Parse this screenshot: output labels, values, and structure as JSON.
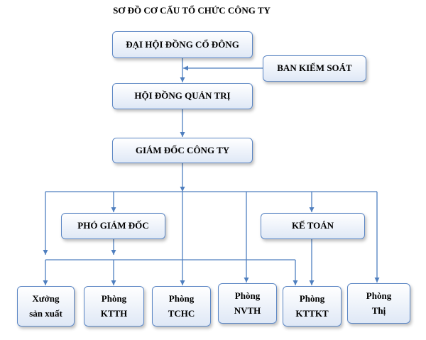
{
  "title": "SƠ ĐỒ CƠ CẤU TỔ CHỨC CÔNG TY",
  "colors": {
    "connector": "#4f7fbf",
    "box_border": "#5b86c4",
    "box_fill_bottom": "#dfe8f6"
  },
  "nodes": {
    "dhdcd": "ĐẠI HỘI ĐỒNG CỔ ĐÔNG",
    "bks": "BAN KIỂM SOÁT",
    "hdqt": "HỘI ĐỒNG QUẢN TRỊ",
    "gd": "GIÁM ĐỐC CÔNG TY",
    "pgd": "PHÓ GIÁM ĐỐC",
    "kt": "KẾ TOÁN",
    "xuong_l1": "Xưởng",
    "xuong_l2": "sản xuất",
    "ktth_l1": "Phòng",
    "ktth_l2": "KTTH",
    "tchc_l1": "Phòng",
    "tchc_l2": "TCHC",
    "nvth_l1": "Phòng",
    "nvth_l2": "NVTH",
    "kttkt_l1": "Phòng",
    "kttkt_l2": "KTTKT",
    "thi_l1": "Phòng",
    "thi_l2": "Thị"
  }
}
